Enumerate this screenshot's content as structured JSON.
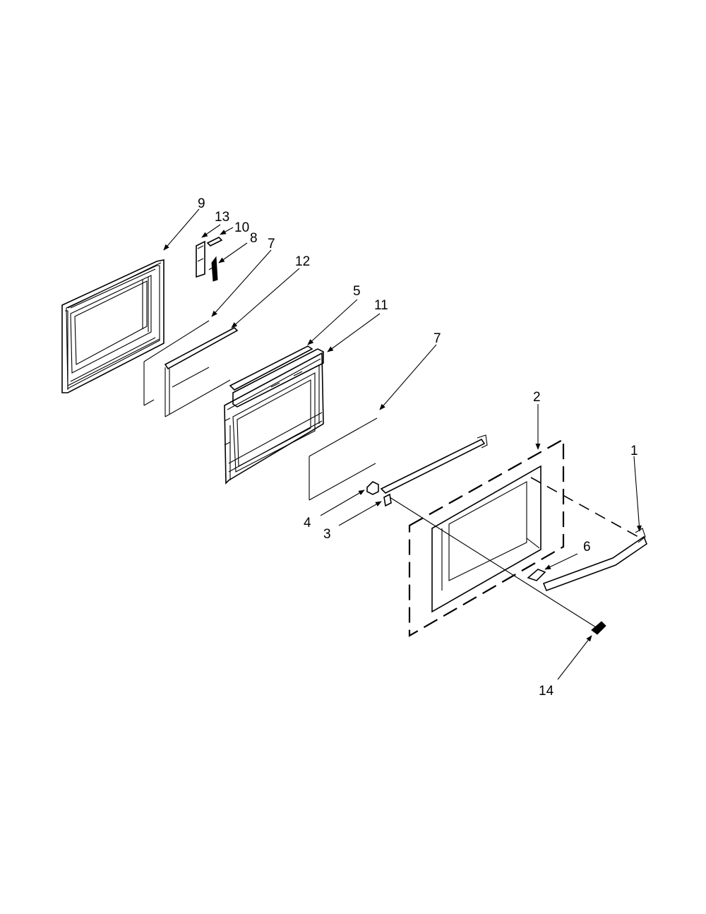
{
  "diagram": {
    "callouts": [
      {
        "id": "c9",
        "label": "9"
      },
      {
        "id": "c13",
        "label": "13"
      },
      {
        "id": "c10",
        "label": "10"
      },
      {
        "id": "c8",
        "label": "8"
      },
      {
        "id": "c7a",
        "label": "7"
      },
      {
        "id": "c12",
        "label": "12"
      },
      {
        "id": "c5",
        "label": "5"
      },
      {
        "id": "c11",
        "label": "11"
      },
      {
        "id": "c7b",
        "label": "7"
      },
      {
        "id": "c2",
        "label": "2"
      },
      {
        "id": "c1",
        "label": "1"
      },
      {
        "id": "c4",
        "label": "4"
      },
      {
        "id": "c3",
        "label": "3"
      },
      {
        "id": "c6",
        "label": "6"
      },
      {
        "id": "c14",
        "label": "14"
      }
    ]
  }
}
